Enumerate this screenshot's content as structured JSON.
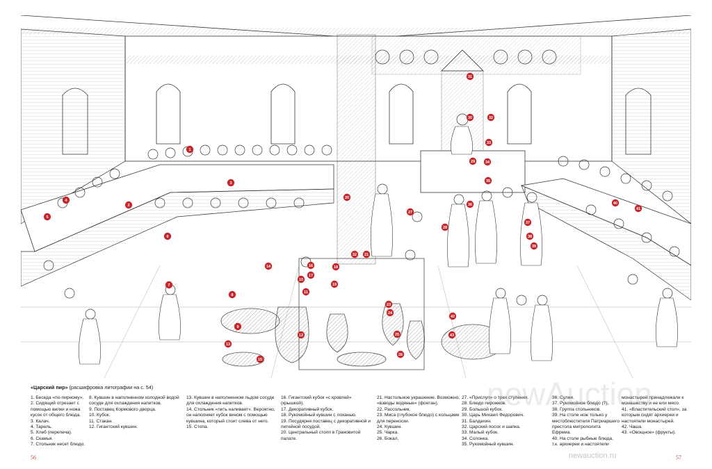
{
  "caption": {
    "title_bold": "«Царский пир»",
    "title_rest": " (расшифровка литографии на с. 54)"
  },
  "columns": [
    [
      "1. Беседа «по-пирному».",
      "2. Сидящий отрезает с помощью вилки и ножа кусок от общего блюда.",
      "3. Калач.",
      "4. Тарель.",
      "5. Хлеб (перепеча).",
      "6. Скамья.",
      "7. Стольник несет блюдо."
    ],
    [
      "8. Кувшин в наполненном холодной водой сосуде для охлаждения напитков.",
      "9. Поставец Кормового дворца.",
      "10. Кубок.",
      "11. Стакан.",
      "12. Гигантский кувшин."
    ],
    [
      "13. Кувшин в наполненном льдом сосуде для охлаждения напитков.",
      "14. Стольник «пить наливает». Вероятно, он наполняет кубок вином с помощью кувшина, который стоит слева от него.",
      "15. Стопа."
    ],
    [
      "16. Гигантский кубок «с кровлей» (крышкой).",
      "17. Декоративный кубок.",
      "18. Рукомойный кувшин с лоханью.",
      "19. Посудярня поставец с декоративной и питейной посудой.",
      "20. Центральный столп в Грановитой палате."
    ],
    [
      "21. Настольное украшение. Возможно, «взводы водяные» (фонтан).",
      "22. Рассольник.",
      "23. Миса (глубокое блюдо) с кольцами для переноски.",
      "24. Кувшин.",
      "25. Чарка.",
      "26. Бокал."
    ],
    [
      "27. «Прислуп» о трех ступенях.",
      "28. Блюдо пирожков.",
      "29. Большой кубок.",
      "30. Царь Михаил Федорович.",
      "31. Балдахин.",
      "32. Царский посох и шапка.",
      "33. Малый кубок.",
      "34. Солонка.",
      "35. Рукомойный кувшин."
    ],
    [
      "36. Сулея.",
      "37. Рукомойное блюдо (?).",
      "38. Группа стольников.",
      "39. На столе нож только у местоблюстителя Патриаршего престола митрополита Ефрема.",
      "40. На столе рыбные блюда, т.к. архиереи и настоятели"
    ],
    [
      "монастырей принадлежали к монашеству и не ели мясо.",
      "41. «Властительский стол», за которым сидят архиереи и настоятели монастырей.",
      "42. Чаша.",
      "43. «Овощное» (фрукты)."
    ]
  ],
  "page_numbers": {
    "left": "56",
    "right": "57"
  },
  "watermark": {
    "text": "newAuction",
    "url": "newauction.ru"
  },
  "markers": [
    "1",
    "2",
    "3",
    "4",
    "5",
    "6",
    "7",
    "8",
    "9",
    "10",
    "11",
    "12",
    "13",
    "14",
    "15",
    "16",
    "17",
    "18",
    "19",
    "20",
    "21",
    "22",
    "23",
    "24",
    "25",
    "26",
    "27",
    "28",
    "29",
    "30",
    "31",
    "32",
    "33",
    "34",
    "35",
    "36",
    "37",
    "38",
    "39",
    "40",
    "41",
    "42",
    "43"
  ],
  "colors": {
    "marker": "#c8262a",
    "page_number": "#c0452f",
    "ink": "#2b2b2b"
  }
}
